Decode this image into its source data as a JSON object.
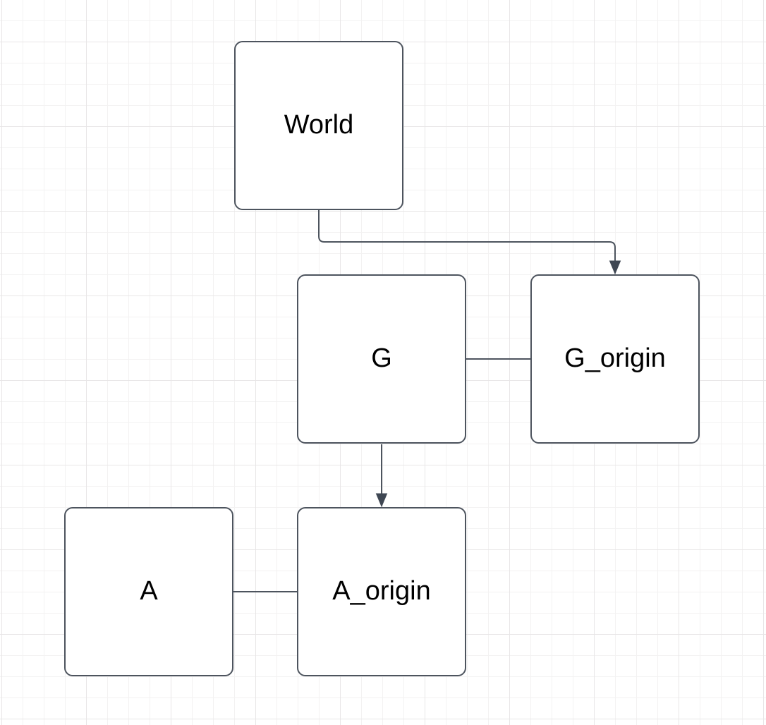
{
  "canvas": {
    "background_color": "#ffffff",
    "grid_minor_color": "#f3f2f2",
    "grid_major_color": "#e8e6e7",
    "node_fill_color": "#ffffff",
    "node_stroke_color": "#4d545e",
    "edge_stroke_color": "#4d545e",
    "arrowhead_color": "#3f4753",
    "label_color": "#000000"
  },
  "diagram": {
    "nodes": [
      {
        "id": "world",
        "label": "World"
      },
      {
        "id": "g",
        "label": "G"
      },
      {
        "id": "g_origin",
        "label": "G_origin"
      },
      {
        "id": "a",
        "label": "A"
      },
      {
        "id": "a_origin",
        "label": "A_origin"
      }
    ],
    "edges": [
      {
        "from": "world",
        "to": "g_origin",
        "style": "orthogonal",
        "arrowhead": "filled-triangle"
      },
      {
        "from": "g",
        "to": "g_origin",
        "style": "straight",
        "arrowhead": "none"
      },
      {
        "from": "g",
        "to": "a_origin",
        "style": "straight",
        "arrowhead": "filled-triangle"
      },
      {
        "from": "a",
        "to": "a_origin",
        "style": "straight",
        "arrowhead": "none"
      }
    ]
  }
}
